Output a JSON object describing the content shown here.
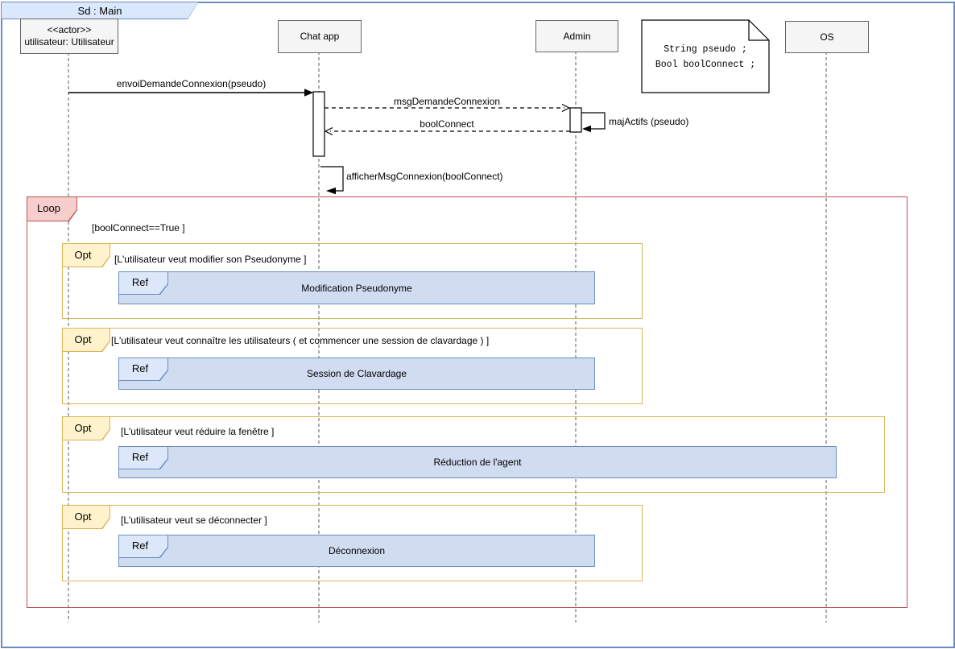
{
  "frame": {
    "title": "Sd : Main"
  },
  "lifelines": [
    {
      "stereotype": "<<actor>>",
      "label": "utilisateur: Utilisateur"
    },
    {
      "label": "Chat app"
    },
    {
      "label": "Admin"
    },
    {
      "label": "OS"
    }
  ],
  "note": {
    "line1": "String pseudo ;",
    "line2": "Bool boolConnect ;"
  },
  "messages": {
    "m1": "envoiDemandeConnexion(pseudo)",
    "m2": "msgDemandeConnexion",
    "m3": "majActifs (pseudo)",
    "m4": "boolConnect",
    "m5": "afficherMsgConnexion(boolConnect)"
  },
  "loop": {
    "label": "Loop",
    "condition": "[boolConnect==True ]"
  },
  "opts": [
    {
      "label": "Opt",
      "condition": "[L'utilisateur veut modifier son Pseudonyme ]",
      "ref": {
        "label": "Ref",
        "name": "Modification Pseudonyme"
      }
    },
    {
      "label": "Opt",
      "condition": "[L'utilisateur veut connaître les utilisateurs ( et commencer une session de clavardage ) ]",
      "ref": {
        "label": "Ref",
        "name": "Session de Clavardage"
      }
    },
    {
      "label": "Opt",
      "condition": "[L'utilisateur veut réduire la fenêtre ]",
      "ref": {
        "label": "Ref",
        "name": "Réduction de l'agent"
      }
    },
    {
      "label": "Opt",
      "condition": "[L'utilisateur veut se déconnecter ]",
      "ref": {
        "label": "Ref",
        "name": "Déconnexion"
      }
    }
  ],
  "colors": {
    "frame_accent": "#6c8ebf",
    "frame_tab_fill": "#dae8fc",
    "head_fill": "#f5f5f5",
    "head_border": "#666666",
    "loop_fill": "#f8cecc",
    "loop_border": "#b85450",
    "opt_fill": "#fff2cc",
    "opt_border": "#d6b656",
    "ref_fill": "#d0dcf0",
    "ref_tab_fill": "#dce8fa",
    "ref_border": "#6c8ebf"
  }
}
